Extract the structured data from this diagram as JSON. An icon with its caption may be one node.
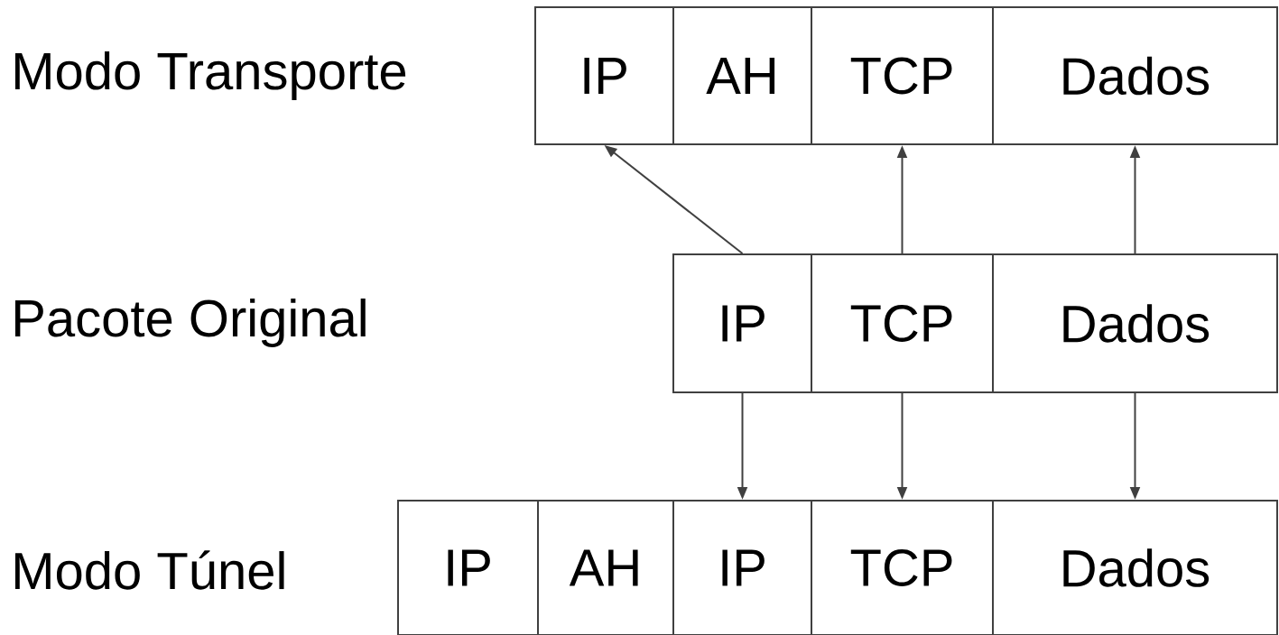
{
  "diagram": {
    "nodes": [
      {
        "text": [
          "IP"
        ]
      },
      {
        "text": [
          "AH"
        ]
      },
      {
        "text": [
          "TCP"
        ]
      },
      {
        "text": [
          "Dados"
        ]
      },
      {
        "text": [
          "IP"
        ]
      },
      {
        "text": [
          "TCP"
        ]
      },
      {
        "text": [
          "Dados"
        ]
      },
      {
        "text": [
          "IP"
        ]
      },
      {
        "text": [
          "AH"
        ]
      },
      {
        "text": [
          "IP"
        ]
      },
      {
        "text": [
          "TCP"
        ]
      },
      {
        "text": [
          "Dados"
        ]
      }
    ],
    "edges": [
      {
        "from": 4,
        "to": 0,
        "arrow": "to"
      },
      {
        "from": 5,
        "to": 2,
        "arrow": "to"
      },
      {
        "from": 6,
        "to": 3,
        "arrow": "to"
      },
      {
        "from": 4,
        "to": 9,
        "arrow": "to"
      },
      {
        "from": 5,
        "to": 10,
        "arrow": "to"
      },
      {
        "from": 6,
        "to": 11,
        "arrow": "to"
      }
    ],
    "labels": [
      "Modo Transporte",
      "Pacote Original",
      "Modo Túnel"
    ]
  }
}
